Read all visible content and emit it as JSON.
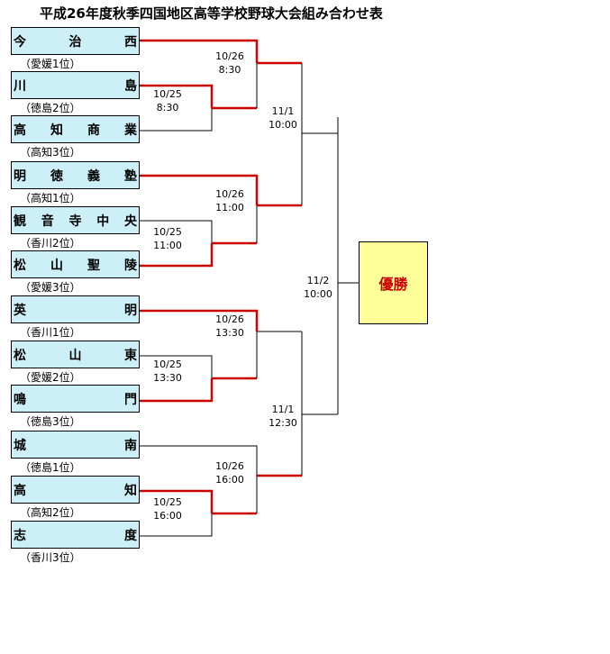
{
  "title": "平成26年度秋季四国地区高等学校野球大会組み合わせ表",
  "champion_label": "優勝",
  "colors": {
    "team_fill": "#cdeff7",
    "champion_fill": "#ffff99",
    "win_line": "#cc0000",
    "line": "#000000"
  },
  "teams": [
    {
      "chars": [
        "今",
        "治",
        "西"
      ],
      "seed": "（愛媛1位）"
    },
    {
      "chars": [
        "川",
        "島"
      ],
      "seed": "（徳島2位）"
    },
    {
      "chars": [
        "高",
        "知",
        "商",
        "業"
      ],
      "seed": "（高知3位）"
    },
    {
      "chars": [
        "明",
        "徳",
        "義",
        "塾"
      ],
      "seed": "（高知1位）"
    },
    {
      "chars": [
        "観",
        "音",
        "寺",
        "中",
        "央"
      ],
      "seed": "（香川2位）"
    },
    {
      "chars": [
        "松",
        "山",
        "聖",
        "陵"
      ],
      "seed": "（愛媛3位）"
    },
    {
      "chars": [
        "英",
        "明"
      ],
      "seed": "（香川1位）"
    },
    {
      "chars": [
        "松",
        "山",
        "東"
      ],
      "seed": "（愛媛2位）"
    },
    {
      "chars": [
        "鳴",
        "門"
      ],
      "seed": "（徳島3位）"
    },
    {
      "chars": [
        "城",
        "南"
      ],
      "seed": "（徳島1位）"
    },
    {
      "chars": [
        "高",
        "知"
      ],
      "seed": "（高知2位）"
    },
    {
      "chars": [
        "志",
        "度"
      ],
      "seed": "（香川3位）"
    }
  ],
  "matches": [
    {
      "date": "10/25",
      "time": "8:30"
    },
    {
      "date": "10/26",
      "time": "8:30"
    },
    {
      "date": "10/25",
      "time": "11:00"
    },
    {
      "date": "10/26",
      "time": "11:00"
    },
    {
      "date": "10/25",
      "time": "13:30"
    },
    {
      "date": "10/26",
      "time": "13:30"
    },
    {
      "date": "10/25",
      "time": "16:00"
    },
    {
      "date": "10/26",
      "time": "16:00"
    },
    {
      "date": "11/1",
      "time": "10:00"
    },
    {
      "date": "11/1",
      "time": "12:30"
    },
    {
      "date": "11/2",
      "time": "10:00"
    }
  ]
}
